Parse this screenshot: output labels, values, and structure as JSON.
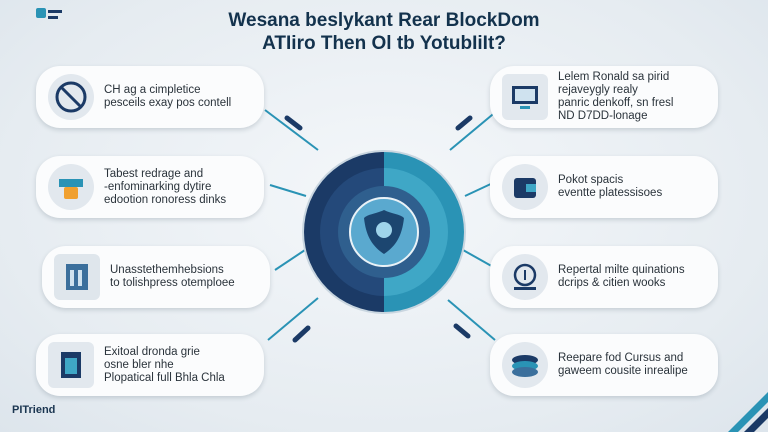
{
  "title": {
    "line1": "Wesana beslykant Rear BlockDom",
    "line2": "ATIiro Then Ol tb YotubIiIt?"
  },
  "cards": [
    {
      "id": "left-1",
      "icon": "no-sign-icon",
      "lines": [
        "CH ag a cimpletice",
        "pesceils exay pos contell"
      ]
    },
    {
      "id": "left-2",
      "icon": "lock-icon",
      "lines": [
        "Tabest redrage and",
        "-enfominarking dytire",
        "edootion ronoress dinks"
      ]
    },
    {
      "id": "left-3",
      "icon": "building-icon",
      "lines": [
        "Unasstethemhebsions",
        "to tolishpress otemploee"
      ]
    },
    {
      "id": "left-4",
      "icon": "document-icon",
      "lines": [
        "Exitoal dronda grie",
        "osne bler nhe",
        "Plopatical full Bhla Chla"
      ]
    },
    {
      "id": "right-1",
      "icon": "monitor-icon",
      "lines": [
        "Lelem Ronald sa pirid",
        "rejaveygly realy",
        "panric denkoff, sn fresl",
        "ND D7DD-lonage"
      ]
    },
    {
      "id": "right-2",
      "icon": "wallet-icon",
      "lines": [
        "Pokot spacis",
        "eventte platessisoes"
      ]
    },
    {
      "id": "right-3",
      "icon": "info-icon",
      "lines": [
        "Repertal milte quinations",
        "dcrips & citien wooks"
      ]
    },
    {
      "id": "right-4",
      "icon": "stack-icon",
      "lines": [
        "Reepare fod Cursus and",
        "gaweem cousite inrealipe"
      ]
    }
  ],
  "footer": {
    "brand": "PITriend"
  },
  "colors": {
    "dark": "#1b3a66",
    "teal": "#2a93b5",
    "mid": "#3b6f9c",
    "card": "#fbfcfd"
  }
}
